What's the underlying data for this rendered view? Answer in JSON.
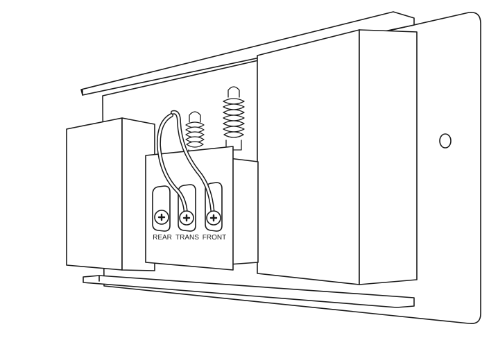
{
  "diagram": {
    "subject": "doorbell-chime-wiring",
    "terminals": [
      {
        "label": "REAR"
      },
      {
        "label": "TRANS"
      },
      {
        "label": "FRONT"
      }
    ],
    "wired_terminals": [
      "TRANS",
      "FRONT"
    ],
    "colors": {
      "line": "#1a1a1a",
      "fill": "#ffffff",
      "background": "#ffffff"
    }
  }
}
